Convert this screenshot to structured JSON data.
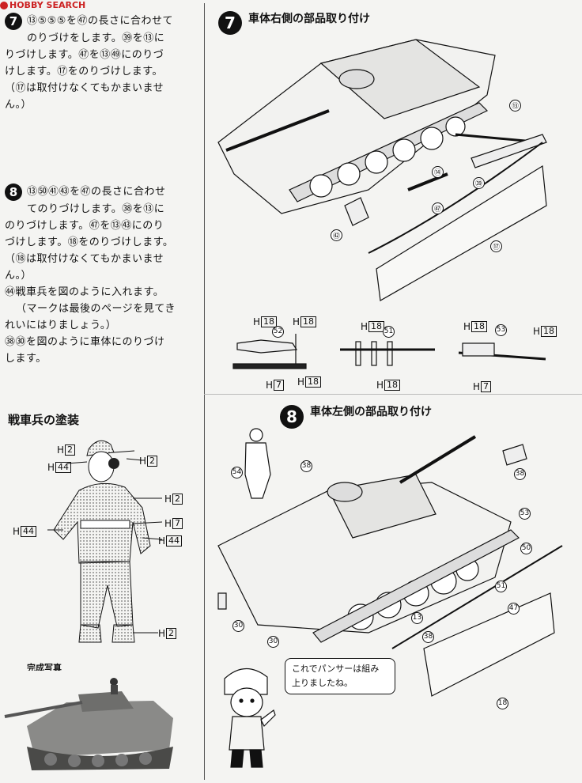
{
  "watermark": {
    "text": "HOBBY SEARCH"
  },
  "left": {
    "step7": {
      "number": "7",
      "lines": [
        "⑬⑤⑤⑤を㊼の長さに合わせて",
        "のりづけをします。㊴を⑬に",
        "りづけします。㊼を⑬㊾にのりづ",
        "けします。⑰をのりづけします。",
        "（⑰は取付けなくてもかまいませ",
        "ん。）"
      ]
    },
    "step8": {
      "number": "8",
      "lines": [
        "⑬㊿㊶㊸を㊼の長さに合わせ",
        "てのりづけします。㊳を⑬に",
        "のりづけします。㊼を⑬㊸にのり",
        "づけします。⑱をのりづけします。",
        "（⑱は取付けなくてもかまいませ",
        "ん。）",
        "㊹戦車兵を図のように入れます。",
        "（マークは最後のページを見てき",
        "れいにはりましょう。）",
        "㊳㉚を図のように車体にのりづけ",
        "します。"
      ]
    },
    "painting_title": "戦車兵の塗装",
    "crew_labels": [
      {
        "prefix": "H",
        "code": "2"
      },
      {
        "prefix": "H",
        "code": "44"
      },
      {
        "prefix": "H",
        "code": "2"
      },
      {
        "prefix": "H",
        "code": "2"
      },
      {
        "prefix": "H",
        "code": "44"
      },
      {
        "prefix": "H",
        "code": "7"
      },
      {
        "prefix": "H",
        "code": "44"
      },
      {
        "prefix": "H",
        "code": "2"
      }
    ],
    "photo_title": "完成写真"
  },
  "right": {
    "step7": {
      "number": "7",
      "title": "車体右側の部品取り付け",
      "parts": [
        "⑬",
        "⑭",
        "㊴",
        "㊼",
        "㊷",
        "⑰"
      ]
    },
    "detail": {
      "labels": [
        {
          "prefix": "H",
          "code": "18"
        },
        {
          "prefix": "H",
          "code": "18"
        },
        {
          "prefix": "H",
          "code": "7"
        },
        {
          "prefix": "H",
          "code": "18"
        },
        {
          "prefix": "H",
          "code": "18"
        },
        {
          "prefix": "H",
          "code": "18"
        },
        {
          "prefix": "H",
          "code": "18"
        },
        {
          "prefix": "H",
          "code": "18"
        },
        {
          "prefix": "H",
          "code": "7"
        }
      ],
      "parts": [
        "52",
        "51",
        "53"
      ]
    },
    "step8": {
      "number": "8",
      "title": "車体左側の部品取り付け",
      "parts": [
        "54",
        "38",
        "38",
        "53",
        "50",
        "51",
        "47",
        "13",
        "38",
        "30",
        "30",
        "18"
      ]
    },
    "speech": "これでパンサーは組み\n上りましたね。"
  }
}
